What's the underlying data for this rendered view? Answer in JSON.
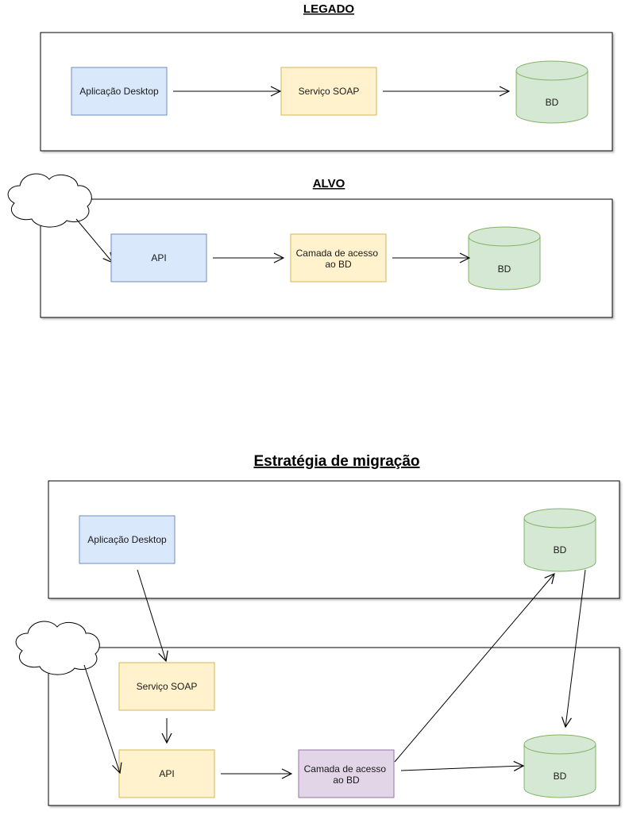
{
  "diagram": {
    "sections": {
      "legado_title": "LEGADO",
      "alvo_title": "ALVO",
      "migracao_title": "Estratégia de migração"
    },
    "nodes": {
      "legado_desktop": "Aplicação Desktop",
      "legado_soap": "Serviço SOAP",
      "legado_bd": "BD",
      "alvo_api": "API",
      "alvo_camada": [
        "Camada de acesso",
        "ao BD"
      ],
      "alvo_bd": "BD",
      "mig_desktop": "Aplicação Desktop",
      "mig_bd_top": "BD",
      "mig_soap": "Serviço SOAP",
      "mig_api": "API",
      "mig_camada": [
        "Camada de acesso",
        "ao BD"
      ],
      "mig_bd_bottom": "BD"
    },
    "colors": {
      "blue_fill": "#dae8fc",
      "blue_stroke": "#6c8ebf",
      "yellow_fill": "#fff2cc",
      "yellow_stroke": "#d6b656",
      "green_fill": "#d5e8d4",
      "green_stroke": "#82b366",
      "purple_fill": "#e1d5e7",
      "purple_stroke": "#9673a6"
    }
  }
}
